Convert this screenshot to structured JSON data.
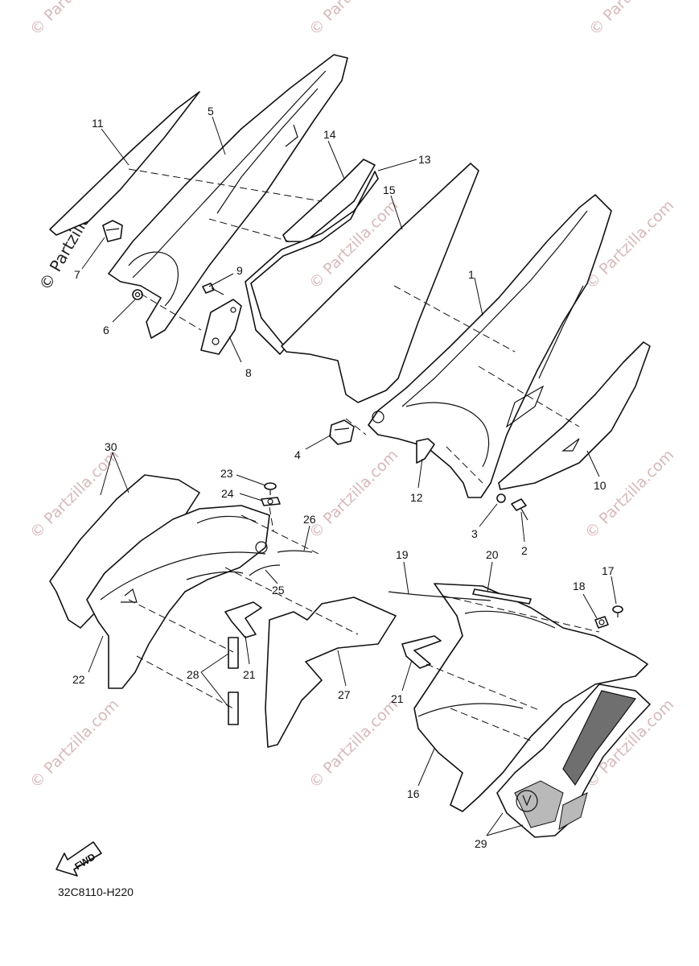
{
  "diagram_code": "32C8110-H220",
  "fwd_label": "FWD",
  "watermark": "© Partzilla.com",
  "callouts": {
    "c1": "1",
    "c2": "2",
    "c3": "3",
    "c4": "4",
    "c5": "5",
    "c6": "6",
    "c7": "7",
    "c8": "8",
    "c9": "9",
    "c10": "10",
    "c11": "11",
    "c12": "12",
    "c13": "13",
    "c14": "14",
    "c15": "15",
    "c16": "16",
    "c17": "17",
    "c18": "18",
    "c19": "19",
    "c20": "20",
    "c21a": "21",
    "c21b": "21",
    "c22": "22",
    "c23": "23",
    "c24": "24",
    "c25": "25",
    "c26": "26",
    "c27": "27",
    "c28": "28",
    "c29": "29",
    "c30": "30"
  },
  "colors": {
    "line": "#111111",
    "watermark": "#d7b9b9",
    "decal": "#6f6f6f"
  }
}
